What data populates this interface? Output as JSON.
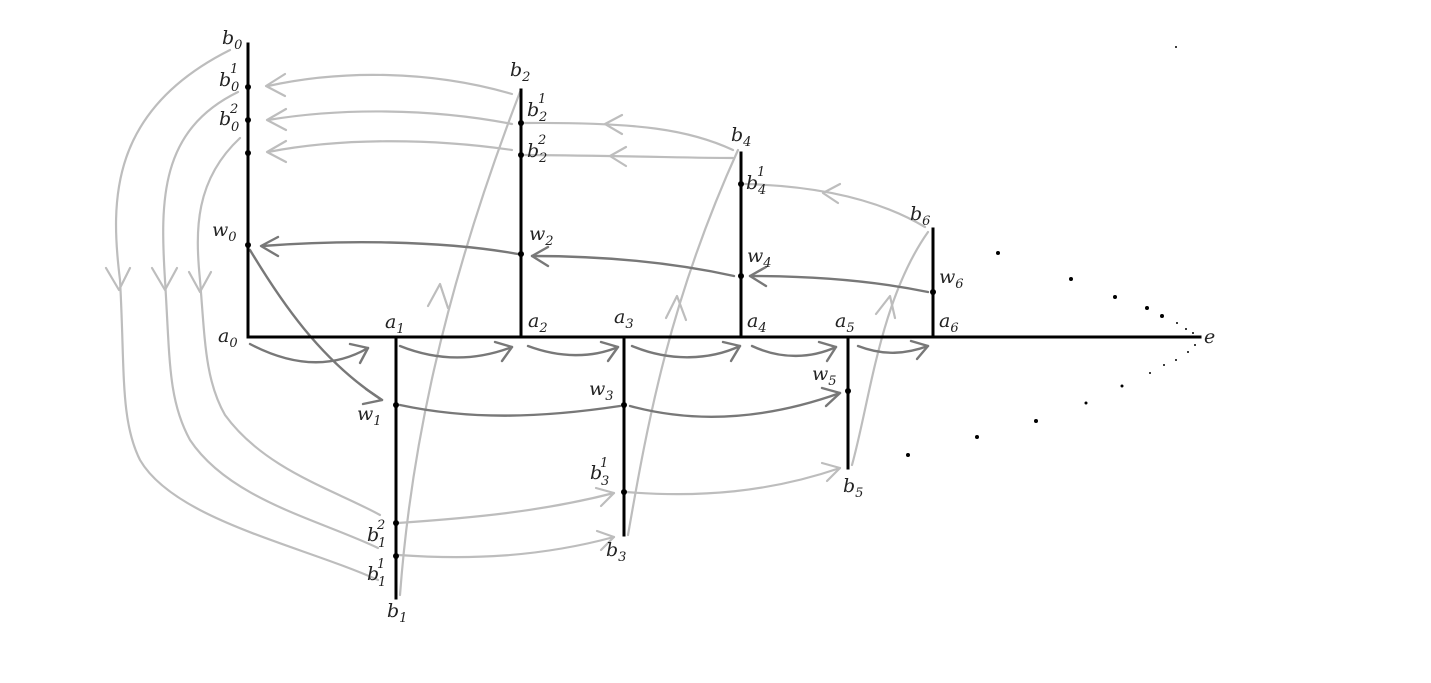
{
  "colors": {
    "background": "#ffffff",
    "tree": "#000000",
    "dark_arrow": "#787878",
    "light_arrow": "#bdbdbd",
    "label": "#222222"
  },
  "labels": {
    "b0": {
      "base": "b",
      "sub": "0",
      "sup": ""
    },
    "b0_1": {
      "base": "b",
      "sub": "0",
      "sup": "1"
    },
    "b0_2": {
      "base": "b",
      "sub": "0",
      "sup": "2"
    },
    "w0": {
      "base": "w",
      "sub": "0",
      "sup": ""
    },
    "a0": {
      "base": "a",
      "sub": "0",
      "sup": ""
    },
    "a1": {
      "base": "a",
      "sub": "1",
      "sup": ""
    },
    "w1": {
      "base": "w",
      "sub": "1",
      "sup": ""
    },
    "b1_2": {
      "base": "b",
      "sub": "1",
      "sup": "2"
    },
    "b1_1": {
      "base": "b",
      "sub": "1",
      "sup": "1"
    },
    "b1": {
      "base": "b",
      "sub": "1",
      "sup": ""
    },
    "b2": {
      "base": "b",
      "sub": "2",
      "sup": ""
    },
    "b2_1": {
      "base": "b",
      "sub": "2",
      "sup": "1"
    },
    "b2_2": {
      "base": "b",
      "sub": "2",
      "sup": "2"
    },
    "w2": {
      "base": "w",
      "sub": "2",
      "sup": ""
    },
    "a2": {
      "base": "a",
      "sub": "2",
      "sup": ""
    },
    "a3": {
      "base": "a",
      "sub": "3",
      "sup": ""
    },
    "w3": {
      "base": "w",
      "sub": "3",
      "sup": ""
    },
    "b3_1": {
      "base": "b",
      "sub": "3",
      "sup": "1"
    },
    "b3": {
      "base": "b",
      "sub": "3",
      "sup": ""
    },
    "b4": {
      "base": "b",
      "sub": "4",
      "sup": ""
    },
    "b4_1": {
      "base": "b",
      "sub": "4",
      "sup": "1"
    },
    "w4": {
      "base": "w",
      "sub": "4",
      "sup": ""
    },
    "a4": {
      "base": "a",
      "sub": "4",
      "sup": ""
    },
    "a5": {
      "base": "a",
      "sub": "5",
      "sup": ""
    },
    "w5": {
      "base": "w",
      "sub": "5",
      "sup": ""
    },
    "b5": {
      "base": "b",
      "sub": "5",
      "sup": ""
    },
    "b6": {
      "base": "b",
      "sub": "6",
      "sup": ""
    },
    "w6": {
      "base": "w",
      "sub": "6",
      "sup": ""
    },
    "a6": {
      "base": "a",
      "sub": "6",
      "sup": ""
    },
    "e": {
      "base": "e",
      "sub": "",
      "sup": ""
    }
  }
}
